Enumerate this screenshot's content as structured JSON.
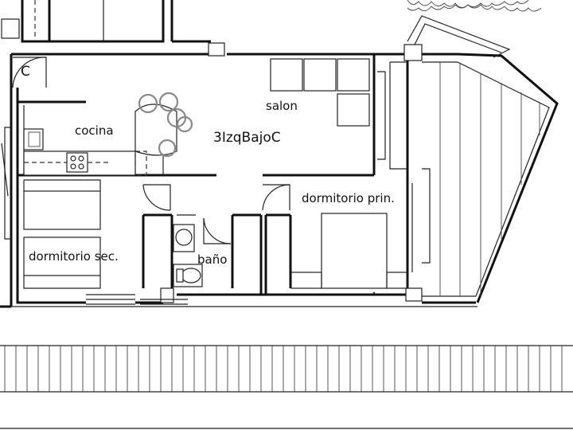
{
  "unit": {
    "name": "3IzqBajoC"
  },
  "rooms": {
    "salon": "salon",
    "cocina": "cocina",
    "dormitorio_principal": "dormitorio prin.",
    "dormitorio_secundario": "dormitorio sec.",
    "bano": "baño"
  },
  "marker": {
    "letter": "C"
  }
}
